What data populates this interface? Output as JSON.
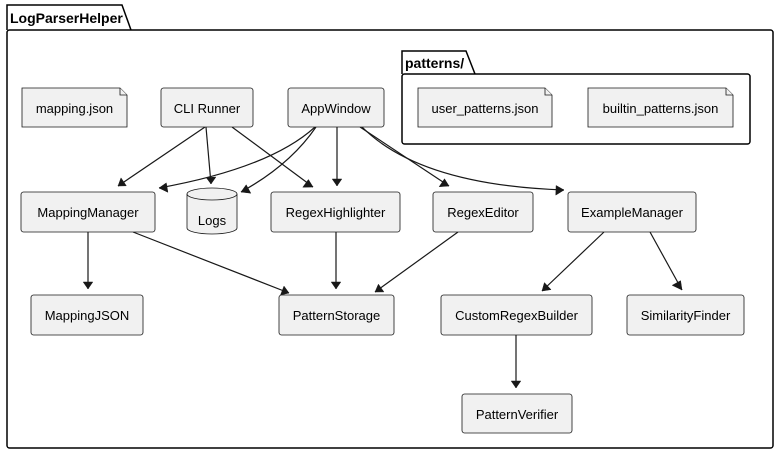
{
  "diagram": {
    "package": {
      "title": "LogParserHelper"
    },
    "subpackage": {
      "title": "patterns/"
    },
    "nodes": {
      "mapping_json_file": "mapping.json",
      "cli_runner": "CLI Runner",
      "app_window": "AppWindow",
      "user_patterns_file": "user_patterns.json",
      "builtin_patterns_file": "builtin_patterns.json",
      "mapping_manager": "MappingManager",
      "logs": "Logs",
      "regex_highlighter": "RegexHighlighter",
      "regex_editor": "RegexEditor",
      "example_manager": "ExampleManager",
      "mapping_json": "MappingJSON",
      "pattern_storage": "PatternStorage",
      "custom_regex_builder": "CustomRegexBuilder",
      "similarity_finder": "SimilarityFinder",
      "pattern_verifier": "PatternVerifier"
    },
    "edges": [
      {
        "from": "cli_runner",
        "to": "mapping_manager"
      },
      {
        "from": "cli_runner",
        "to": "logs"
      },
      {
        "from": "cli_runner",
        "to": "regex_highlighter"
      },
      {
        "from": "app_window",
        "to": "mapping_manager"
      },
      {
        "from": "app_window",
        "to": "logs"
      },
      {
        "from": "app_window",
        "to": "regex_highlighter"
      },
      {
        "from": "app_window",
        "to": "regex_editor"
      },
      {
        "from": "app_window",
        "to": "example_manager"
      },
      {
        "from": "mapping_manager",
        "to": "mapping_json"
      },
      {
        "from": "mapping_manager",
        "to": "pattern_storage"
      },
      {
        "from": "regex_highlighter",
        "to": "pattern_storage"
      },
      {
        "from": "regex_editor",
        "to": "pattern_storage"
      },
      {
        "from": "example_manager",
        "to": "custom_regex_builder"
      },
      {
        "from": "example_manager",
        "to": "similarity_finder"
      },
      {
        "from": "custom_regex_builder",
        "to": "pattern_verifier"
      }
    ]
  }
}
